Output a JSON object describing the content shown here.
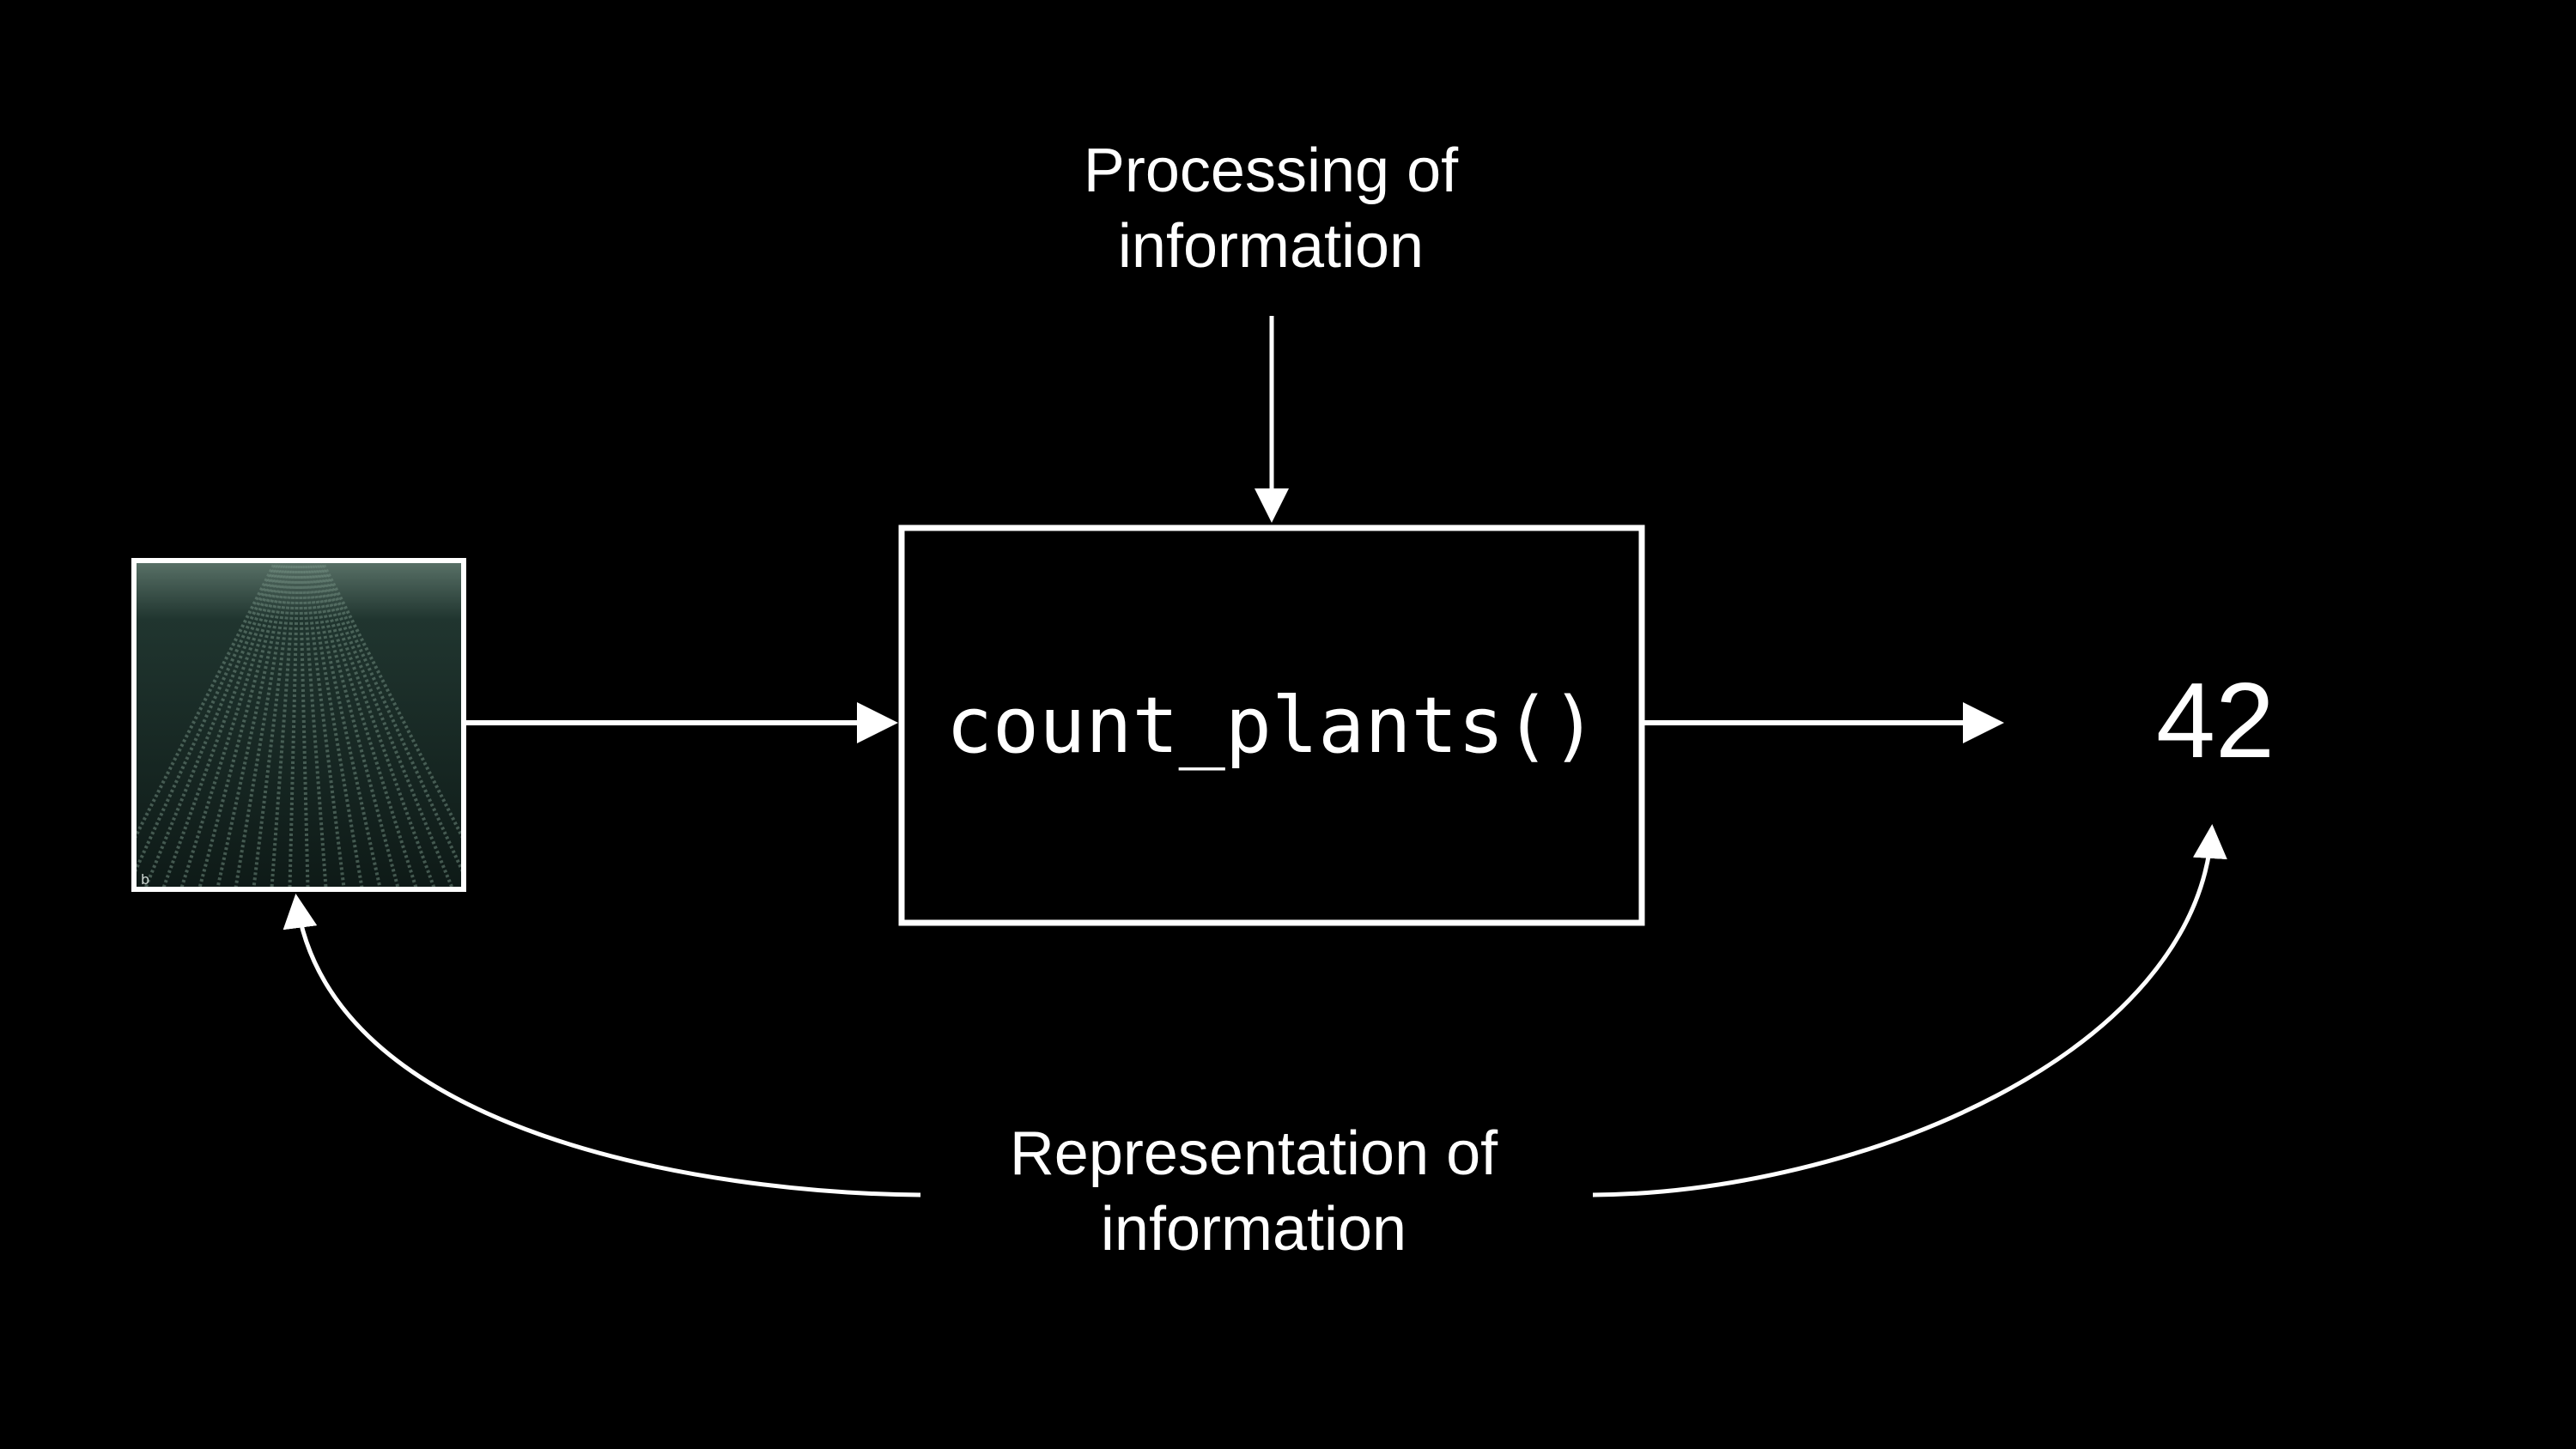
{
  "diagram": {
    "processing_label": [
      "Processing of",
      "information"
    ],
    "function_name": "count_plants()",
    "output_value": "42",
    "representation_label": [
      "Representation of",
      "information"
    ],
    "input_image": {
      "subject": "aerial view of crop field rows",
      "corner_mark": "b"
    }
  },
  "colors": {
    "background": "#000000",
    "foreground": "#ffffff",
    "field_dark": "#0e1a17",
    "field_mid": "#20352f",
    "field_row": "#6f8a7e"
  }
}
